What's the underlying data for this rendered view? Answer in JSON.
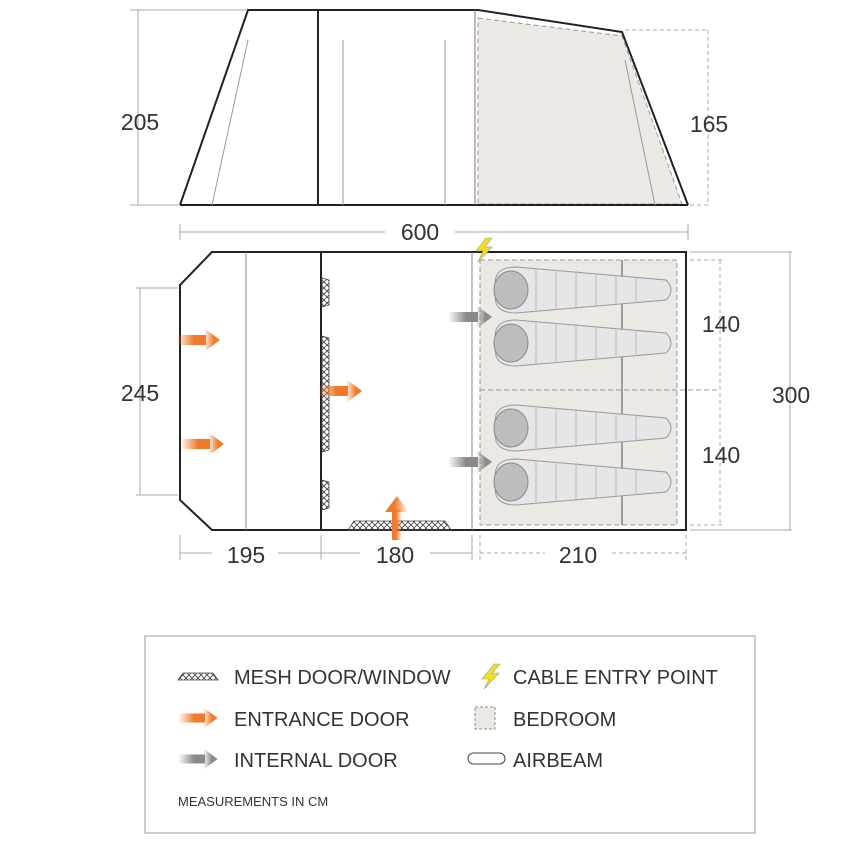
{
  "elevation": {
    "height_left": "205",
    "height_right": "165",
    "length": "600"
  },
  "plan": {
    "width_left": "245",
    "bedroom_1": "140",
    "bedroom_2": "140",
    "depth": "300",
    "section_1": "195",
    "section_2": "180",
    "section_3": "210"
  },
  "legend": {
    "mesh": "MESH DOOR/WINDOW",
    "entrance": "ENTRANCE DOOR",
    "internal": "INTERNAL DOOR",
    "cable": "CABLE ENTRY POINT",
    "bedroom": "BEDROOM",
    "airbeam": "AIRBEAM",
    "note": "MEASUREMENTS IN CM"
  },
  "colors": {
    "entrance": "#f07a2a",
    "internal": "#8a8a8a",
    "bedroom": "#ece8e4",
    "cable": "#f2e01c"
  }
}
